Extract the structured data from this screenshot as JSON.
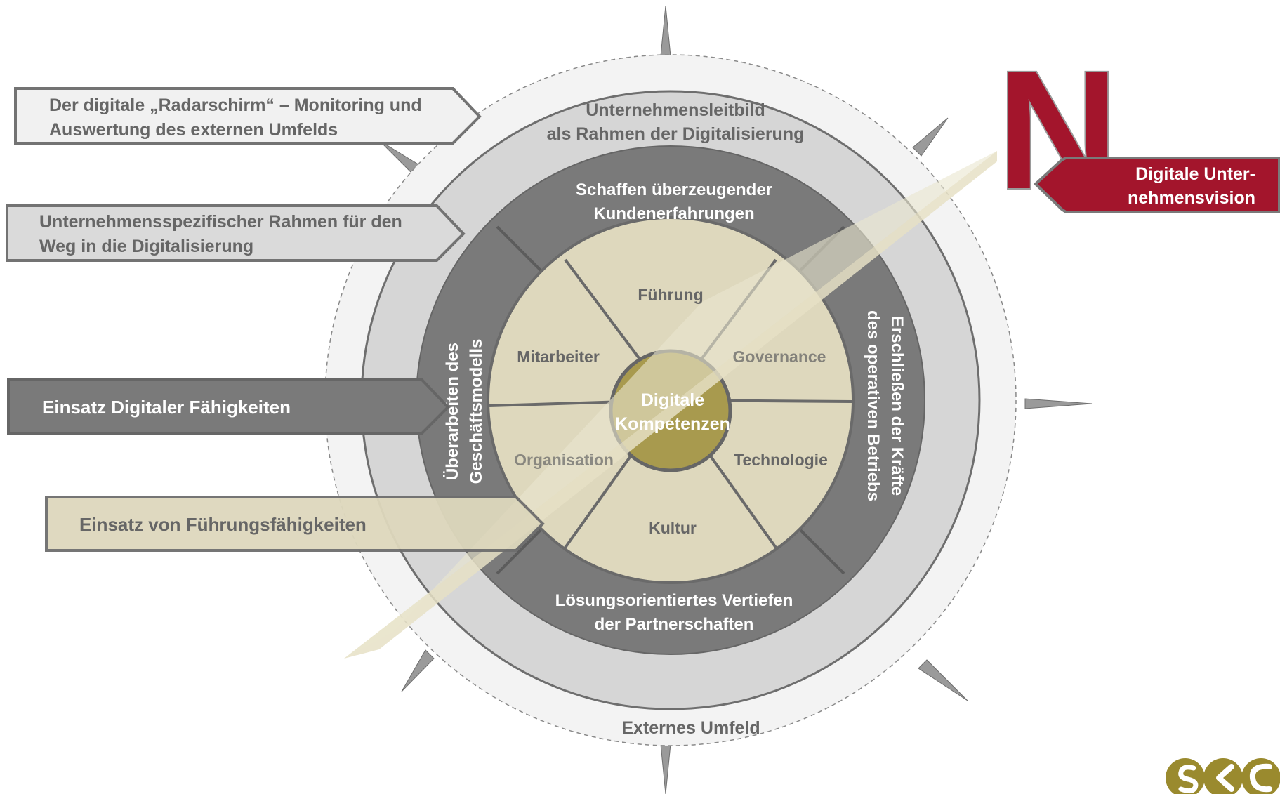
{
  "center": {
    "line1": "Digitale",
    "line2": "Kompetenzen"
  },
  "inner_segments": {
    "fuehrung": "Führung",
    "governance": "Governance",
    "technologie": "Technologie",
    "kultur": "Kultur",
    "organisation": "Organisation",
    "mitarbeiter": "Mitarbeiter"
  },
  "middle_ring": {
    "top": {
      "line1": "Schaffen überzeugender",
      "line2": "Kundenerfahrungen"
    },
    "right": {
      "line1": "Erschließen der Kräfte",
      "line2": "des operativen Betriebs"
    },
    "bottom": {
      "line1": "Lösungsorientiertes Vertiefen",
      "line2": "der Partnerschaften"
    },
    "left": {
      "line1": "Überarbeiten des",
      "line2": "Geschäftsmodells"
    }
  },
  "outer_ring": {
    "line1": "Unternehmensleitbild",
    "line2": "als Rahmen der Digitalisierung"
  },
  "external": {
    "label": "Externes Umfeld"
  },
  "north": {
    "letter": "N",
    "label_line1": "Digitale Unter-",
    "label_line2": "nehmensvision"
  },
  "callouts": [
    {
      "line1": "Der digitale „Radarschirm“ – Monitoring und",
      "line2": "Auswertung des externen Umfelds"
    },
    {
      "line1": "Unternehmensspezifischer Rahmen für den",
      "line2": "Weg in die Digitalisierung"
    },
    {
      "line1": "Einsatz Digitaler Fähigkeiten"
    },
    {
      "line1": "Einsatz von Führungsfähigkeiten"
    }
  ],
  "logo": {
    "text": "SCC"
  },
  "colors": {
    "brand_red": "#a3152c",
    "dark_gray": "#7a7a7a",
    "mid_gray": "#d6d6d6",
    "light_gray": "#efefef",
    "beige": "#ded8bd",
    "olive": "#a89a4e"
  }
}
